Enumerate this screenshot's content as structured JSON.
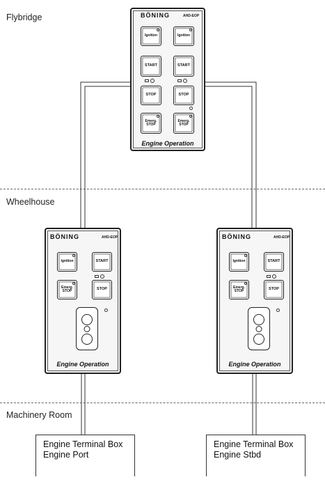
{
  "zones": {
    "flybridge": "Flybridge",
    "wheelhouse": "Wheelhouse",
    "machinery": "Machinery Room"
  },
  "panel": {
    "brand": "BÖNING",
    "model": "AHD-EOP",
    "footer": "Engine Operation",
    "ignition": "Ignition",
    "start": "START",
    "stop": "STOP",
    "emerg_stop": "Emerg. STOP"
  },
  "terminal_boxes": [
    {
      "title": "Engine Terminal Box",
      "subtitle": "Engine Port"
    },
    {
      "title": "Engine Terminal Box",
      "subtitle": "Engine Stbd"
    }
  ]
}
